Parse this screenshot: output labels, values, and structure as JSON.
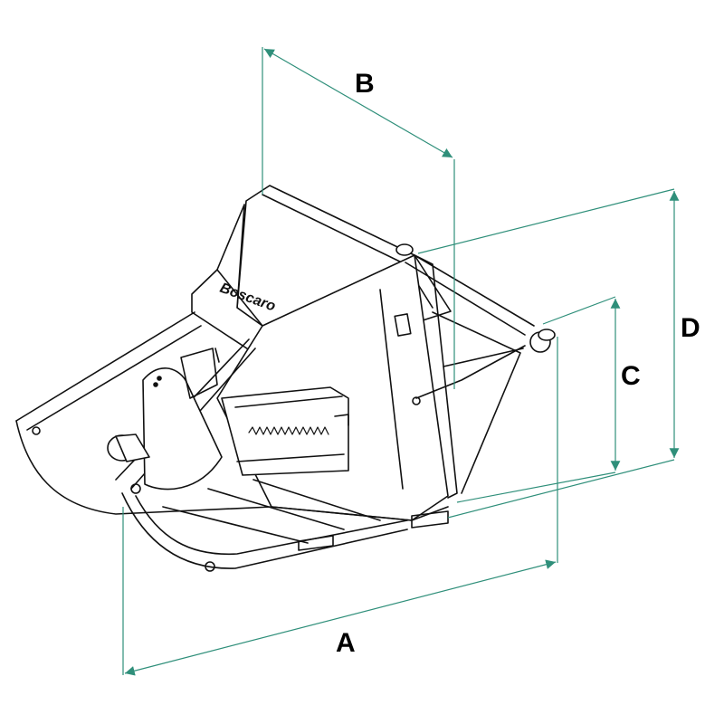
{
  "brand": "Boscaro",
  "dimensions": {
    "a": "A",
    "b": "B",
    "c": "C",
    "d": "D"
  },
  "colors": {
    "dimension_line": "#2f8f7a",
    "drawing_line": "#111111"
  }
}
